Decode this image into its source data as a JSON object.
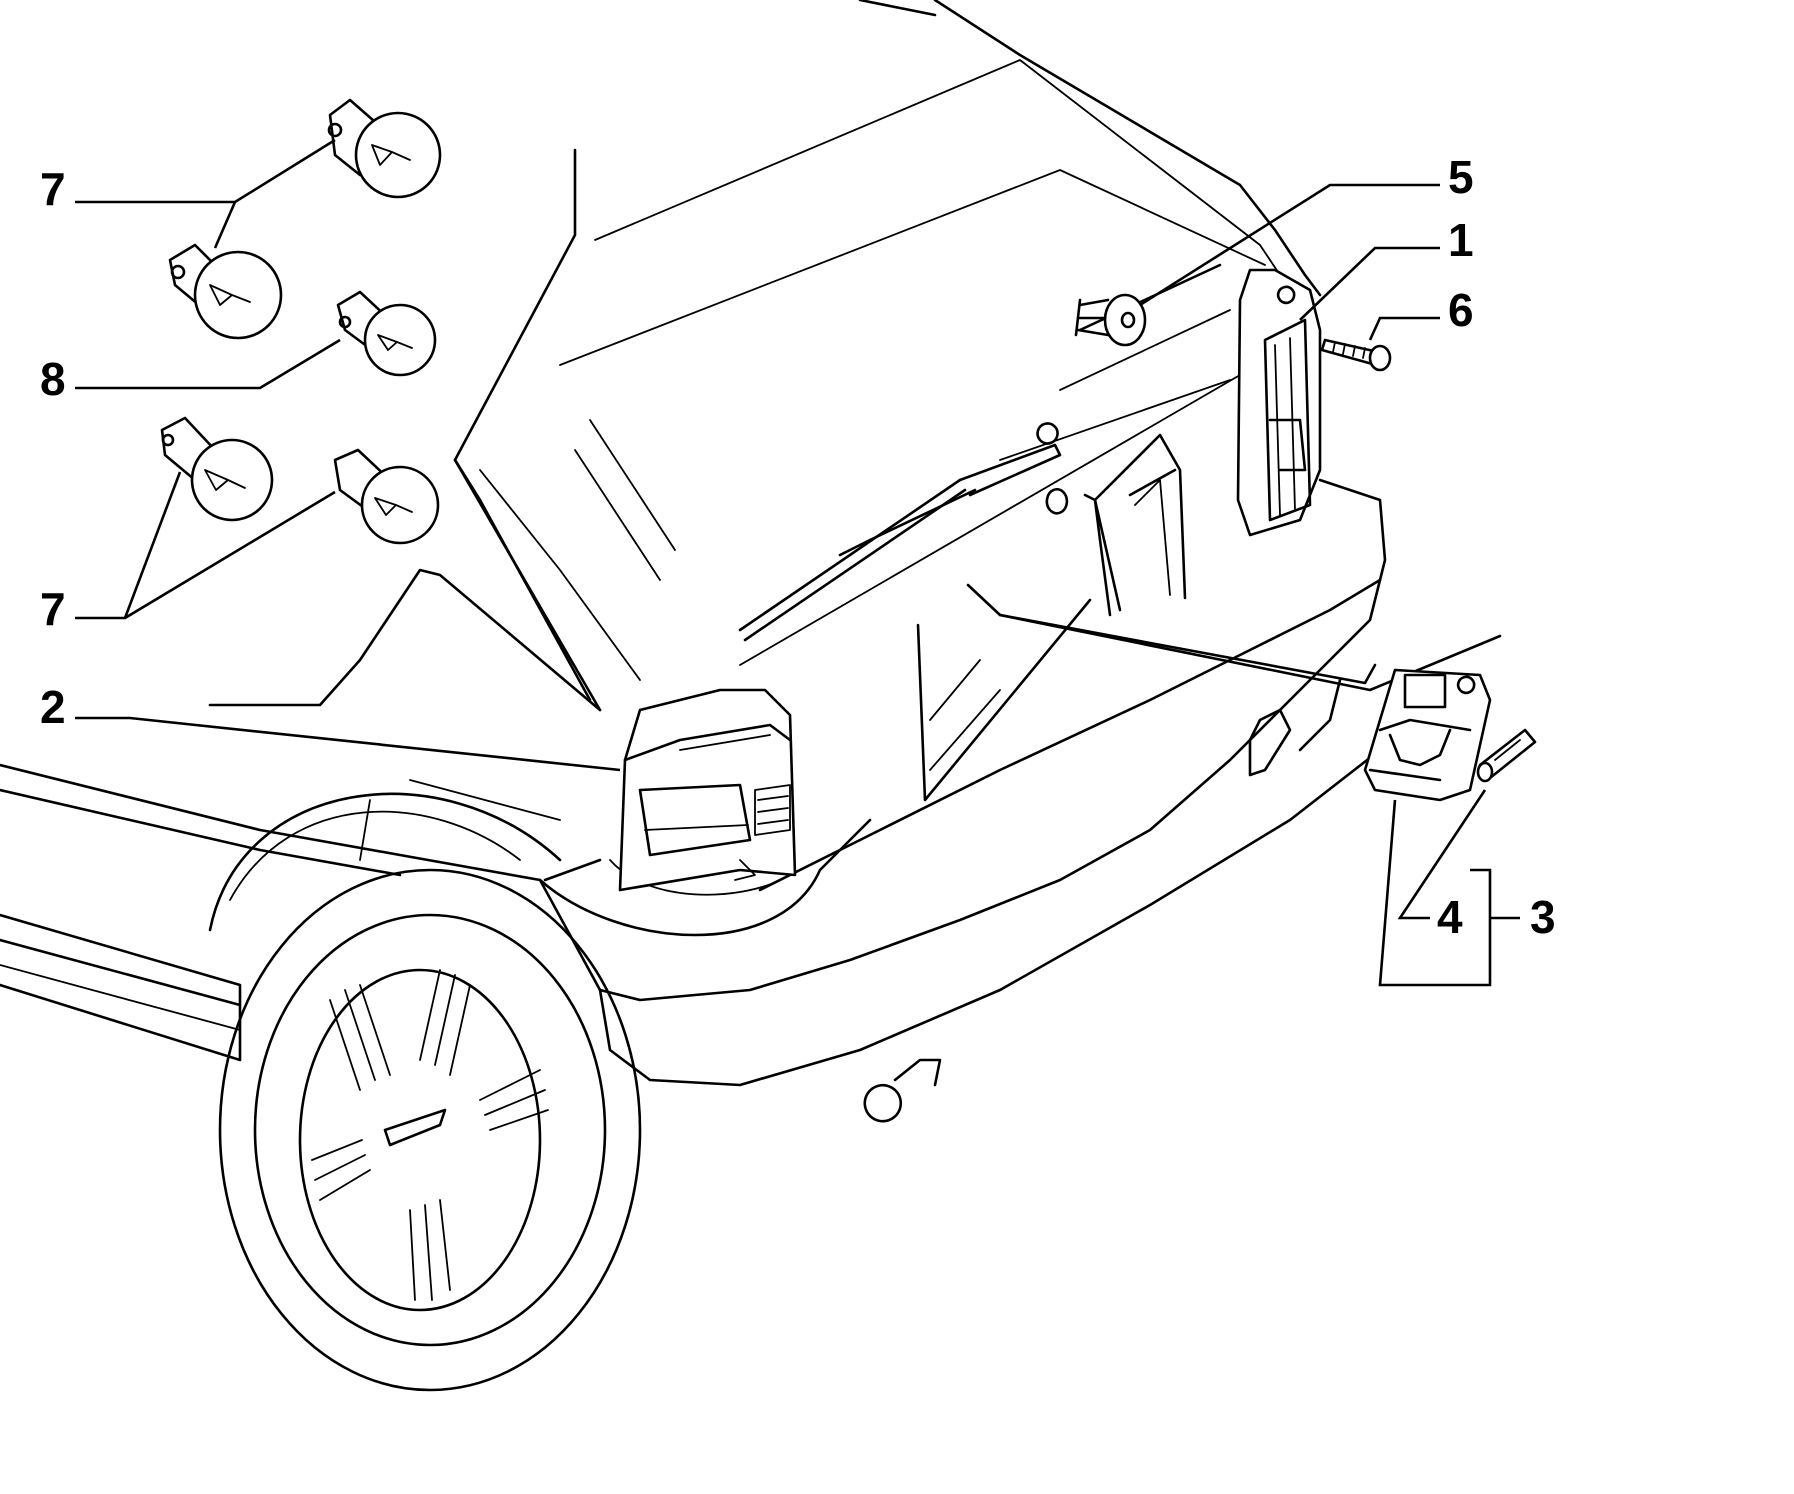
{
  "labels": {
    "one": "1",
    "two": "2",
    "three": "3",
    "four": "4",
    "five": "5",
    "six": "6",
    "seven_top": "7",
    "eight": "8",
    "seven_bottom": "7"
  },
  "colors": {
    "line": "#000000",
    "background": "#ffffff"
  }
}
